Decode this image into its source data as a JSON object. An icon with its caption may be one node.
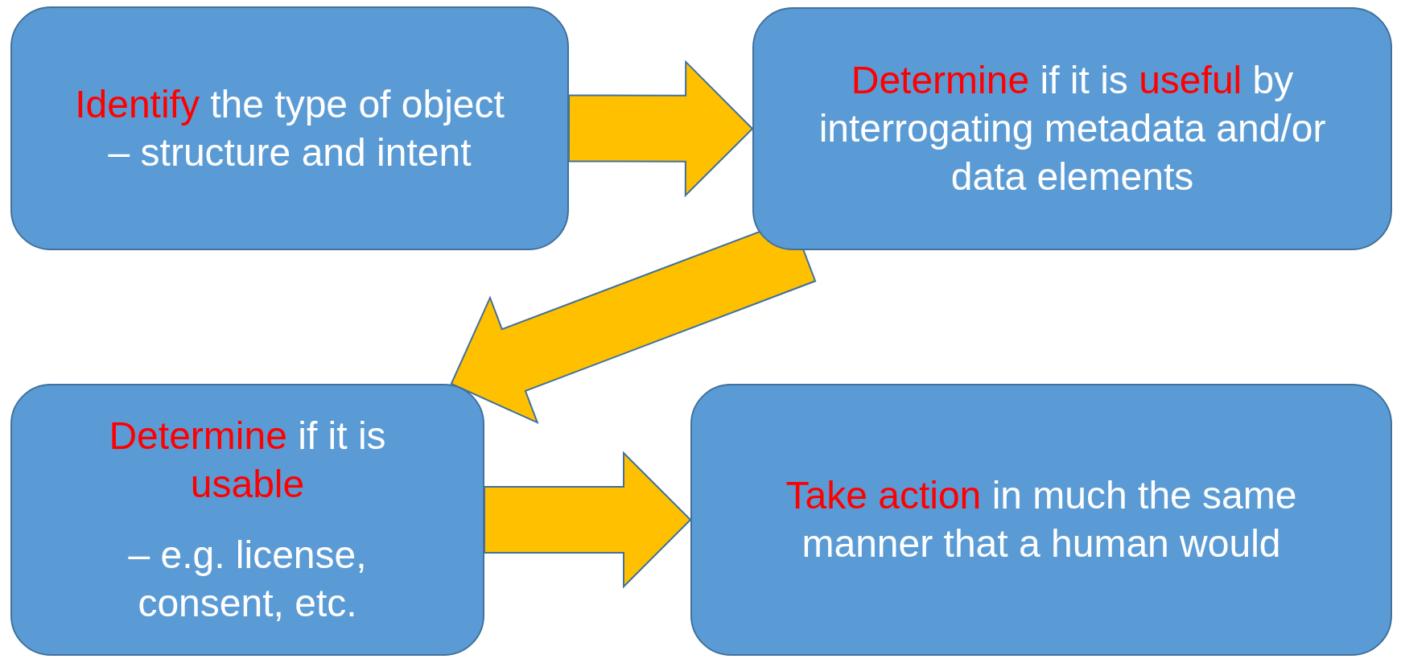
{
  "diagram": {
    "nodes": [
      {
        "text": [
          "**Identify** the type of object",
          "– structure and intent"
        ]
      },
      {
        "text": [
          "**Determine** if it is **useful** by interrogating metadata and/or data elements"
        ]
      },
      {
        "text": [
          "**Determine** if it is **usable**",
          "– e.g. license, consent, etc."
        ]
      },
      {
        "text": [
          "**Take action** in much the same manner that a human would"
        ]
      }
    ],
    "edges": [
      {
        "from": 0,
        "to": 1,
        "arrow": "to"
      },
      {
        "from": 1,
        "to": 2,
        "arrow": "to"
      },
      {
        "from": 2,
        "to": 3,
        "arrow": "to"
      }
    ]
  }
}
